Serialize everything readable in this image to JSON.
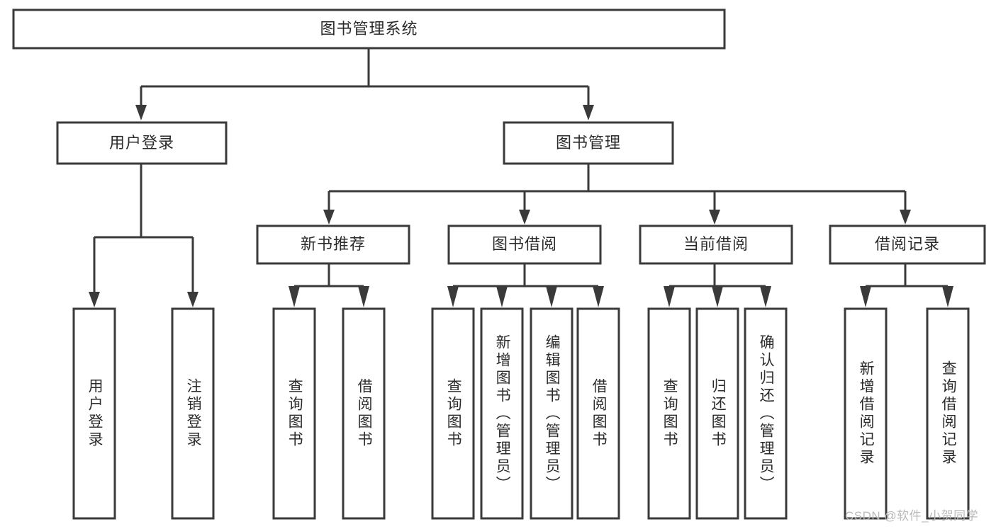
{
  "diagram": {
    "type": "tree",
    "title": "图书管理系统",
    "watermark": "CSDN @软件_小贺同学",
    "colors": {
      "box_stroke": "#3a3a3a",
      "box_fill": "#ffffff",
      "text": "#2b2b2b",
      "connector": "#3a3a3a",
      "background": "#ffffff",
      "watermark": "#b9b9b9"
    },
    "nodes": {
      "root": {
        "label": "图书管理系统"
      },
      "level2": [
        {
          "label": "用户登录"
        },
        {
          "label": "图书管理"
        }
      ],
      "level3": [
        {
          "label": "新书推荐"
        },
        {
          "label": "图书借阅"
        },
        {
          "label": "当前借阅"
        },
        {
          "label": "借阅记录"
        }
      ],
      "leaves": {
        "user_login": [
          {
            "label": "用户登录"
          },
          {
            "label": "注销登录"
          }
        ],
        "new_book_recommend": [
          {
            "label": "查询图书"
          },
          {
            "label": "借阅图书"
          }
        ],
        "book_borrow": [
          {
            "label": "查询图书"
          },
          {
            "label": "新增图书（管理员）"
          },
          {
            "label": "编辑图书（管理员）"
          },
          {
            "label": "借阅图书"
          }
        ],
        "current_borrow": [
          {
            "label": "查询图书"
          },
          {
            "label": "归还图书"
          },
          {
            "label": "确认归还（管理员）"
          }
        ],
        "borrow_record": [
          {
            "label": "新增借阅记录"
          },
          {
            "label": "查询借阅记录"
          }
        ]
      }
    }
  }
}
